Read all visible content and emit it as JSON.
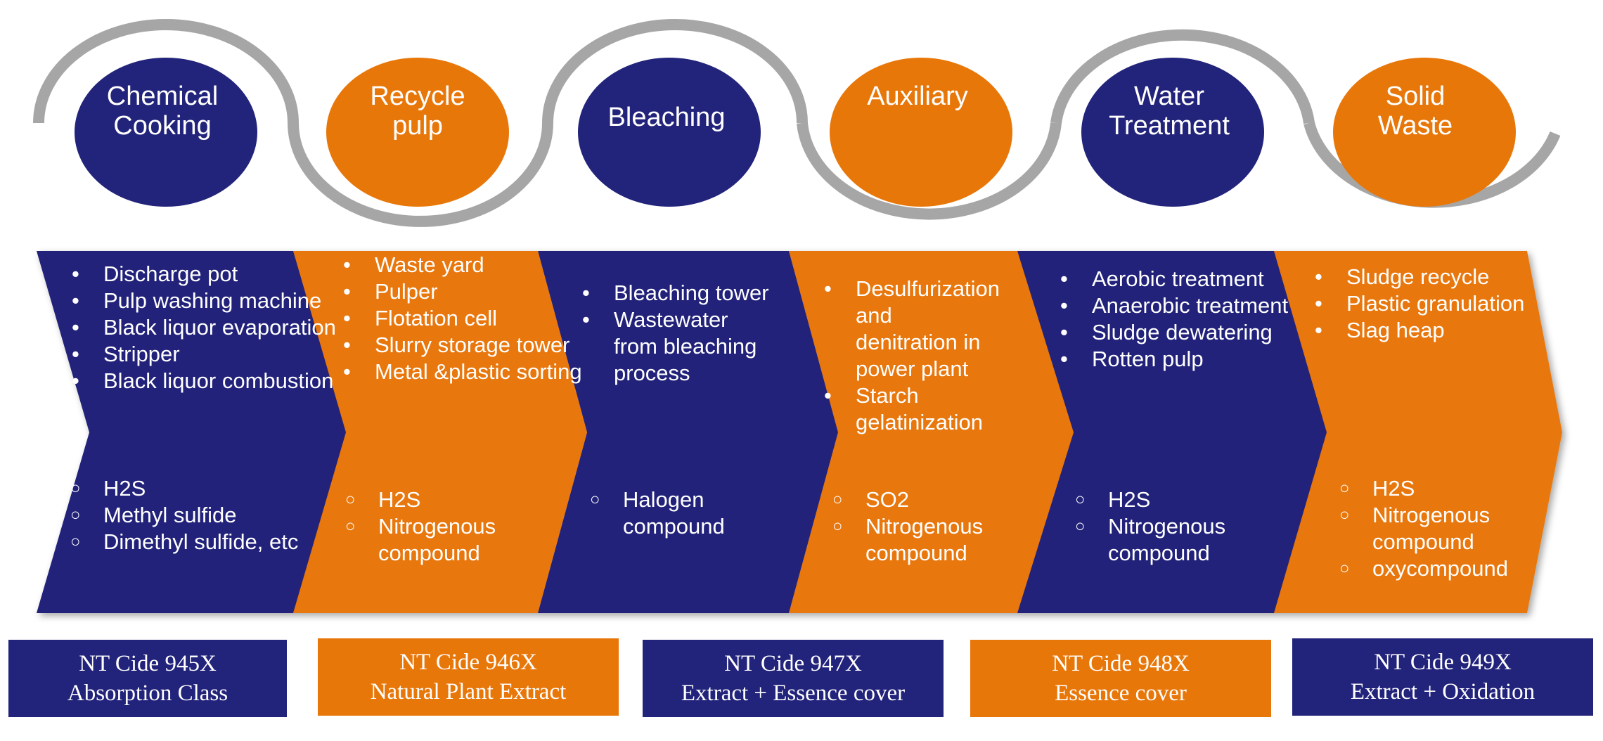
{
  "colors": {
    "navy": "#22237A",
    "orange": "#E8770A",
    "ring": "#A6A6A6",
    "text": "#FFFFFF"
  },
  "stages": [
    {
      "title": "Chemical\nCooking",
      "color": "navy",
      "processes": [
        "Discharge pot",
        "Pulp washing machine",
        "Black liquor evaporation",
        "Stripper",
        "Black liquor combustion"
      ],
      "gases": [
        "H2S",
        "Methyl sulfide",
        "Dimethyl sulfide, etc"
      ],
      "product": {
        "code": "NT Cide 945X",
        "name": "Absorption Class"
      }
    },
    {
      "title": "Recycle\npulp",
      "color": "orange",
      "processes": [
        "Waste yard",
        "Pulper",
        "Flotation cell",
        "Slurry storage tower",
        "Metal &plastic sorting"
      ],
      "gases": [
        "H2S",
        "Nitrogenous",
        "compound"
      ],
      "product": {
        "code": "NT Cide 946X",
        "name": "Natural Plant Extract"
      }
    },
    {
      "title": "Bleaching",
      "color": "navy",
      "processes": [
        "Bleaching tower",
        "Wastewater",
        "from bleaching",
        "process"
      ],
      "gases": [
        "Halogen",
        "compound"
      ],
      "product": {
        "code": "NT Cide 947X",
        "name": "Extract + Essence cover"
      }
    },
    {
      "title": "Auxiliary",
      "color": "orange",
      "processes": [
        "Desulfurization",
        "and",
        "denitration in",
        "power plant",
        "Starch",
        "gelatinization"
      ],
      "gases": [
        "SO2",
        "Nitrogenous",
        "compound"
      ],
      "product": {
        "code": "NT Cide 948X",
        "name": "Essence cover"
      }
    },
    {
      "title": "Water\nTreatment",
      "color": "navy",
      "processes": [
        "Aerobic treatment",
        "Anaerobic treatment",
        "Sludge dewatering",
        "Rotten pulp"
      ],
      "gases": [
        "H2S",
        "Nitrogenous",
        "compound"
      ],
      "product": null
    },
    {
      "title": "Solid\nWaste",
      "color": "orange",
      "processes": [
        "Sludge recycle",
        "Plastic granulation",
        "Slag heap"
      ],
      "gases": [
        "H2S",
        "Nitrogenous",
        "compound",
        "oxycompound"
      ],
      "product": {
        "code": "NT Cide 949X",
        "name": "Extract + Oxidation"
      }
    }
  ]
}
